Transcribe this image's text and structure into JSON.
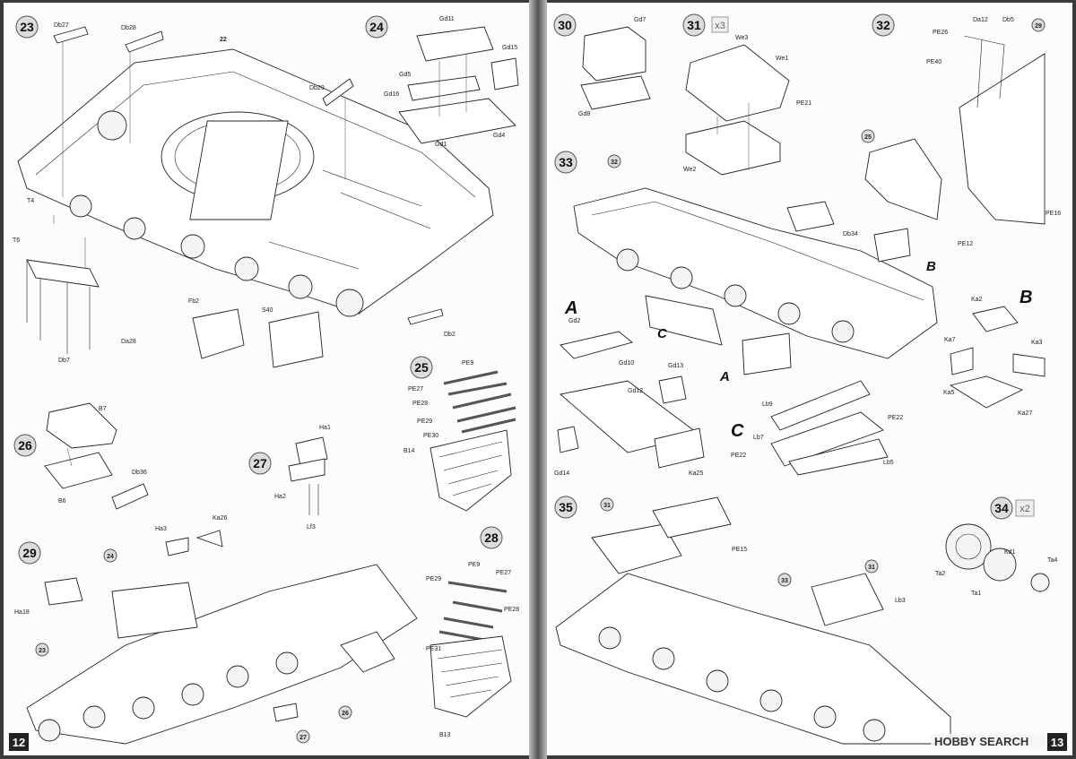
{
  "left_page": {
    "page_number": "12",
    "steps": [
      {
        "number": "23",
        "labels": [
          "Db27",
          "Db28",
          "22",
          "Db29",
          "T4",
          "T6",
          "Da28",
          "Db7",
          "Fb2",
          "S40",
          "Db2"
        ]
      },
      {
        "number": "24",
        "labels": [
          "Gd11",
          "Gd15",
          "Gd5",
          "Gd16",
          "Gd1",
          "Gd4"
        ]
      },
      {
        "number": "25",
        "labels": [
          "PE9",
          "PE27",
          "PE28",
          "PE29",
          "PE30",
          "B14"
        ]
      },
      {
        "number": "26",
        "labels": [
          "B7",
          "B6",
          "Db36"
        ]
      },
      {
        "number": "27",
        "labels": [
          "Ha1",
          "Ha2",
          "Lf3"
        ]
      },
      {
        "number": "28",
        "labels": [
          "PE9",
          "PE27",
          "PE29",
          "PE28",
          "PE31",
          "B13"
        ]
      },
      {
        "number": "29",
        "labels": [
          "Ha18",
          "24",
          "Ha3",
          "Ka26",
          "23",
          "26",
          "27"
        ]
      }
    ]
  },
  "right_page": {
    "page_number": "13",
    "steps": [
      {
        "number": "30",
        "labels": [
          "Gd7",
          "Gd8"
        ]
      },
      {
        "number": "31",
        "multiplier": "x3",
        "labels": [
          "We3",
          "We1",
          "PE21",
          "We2"
        ]
      },
      {
        "number": "32",
        "labels": [
          "PE26",
          "Da12",
          "Db5",
          "29",
          "PE40",
          "25",
          "PE16",
          "PE12"
        ]
      },
      {
        "number": "33",
        "labels": [
          "32",
          "Db34",
          "B",
          "A",
          "C"
        ]
      },
      {
        "number": "A",
        "labels": [
          "Gd2",
          "Gd10",
          "Gd13",
          "Gd12",
          "Gd14",
          "Ka25"
        ]
      },
      {
        "number": "B",
        "labels": [
          "Ka2",
          "Ka7",
          "Ka3",
          "Ka5",
          "Ka27"
        ]
      },
      {
        "number": "C",
        "labels": [
          "Lb9",
          "PE22",
          "Lb7",
          "PE22",
          "Lb5"
        ]
      },
      {
        "number": "34",
        "multiplier": "x2",
        "labels": [
          "Ta2",
          "Kd1",
          "Ta4",
          "Ta1"
        ]
      },
      {
        "number": "35",
        "labels": [
          "31",
          "PE15",
          "33",
          "31",
          "Lb3"
        ]
      }
    ],
    "watermark": "HOBBY SEARCH"
  }
}
